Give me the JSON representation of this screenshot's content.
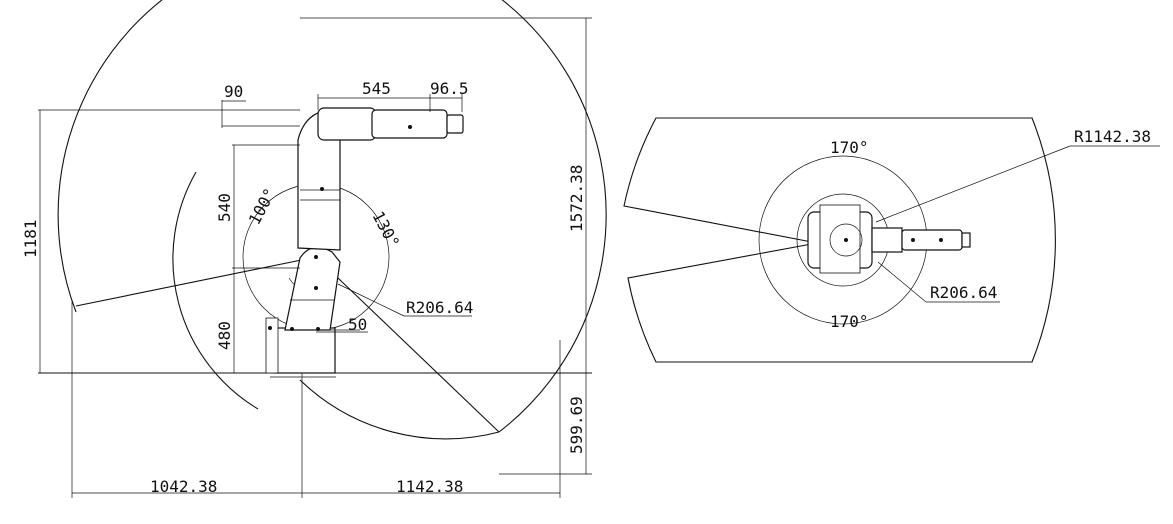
{
  "side_view": {
    "dim_90": "90",
    "dim_545": "545",
    "dim_96_5": "96.5",
    "dim_1181": "1181",
    "dim_540": "540",
    "dim_480": "480",
    "dim_50": "50",
    "dim_1572_38": "1572.38",
    "dim_599_69": "599.69",
    "dim_1042_38": "1042.38",
    "dim_1142_38": "1142.38",
    "radius_label": "R206.64",
    "angle_100": "100°",
    "angle_130": "130°"
  },
  "top_view": {
    "radius_outer": "R1142.38",
    "radius_inner": "R206.64",
    "angle_top": "170°",
    "angle_bottom": "170°"
  },
  "colors": {
    "line": "#111111",
    "background": "#ffffff"
  }
}
